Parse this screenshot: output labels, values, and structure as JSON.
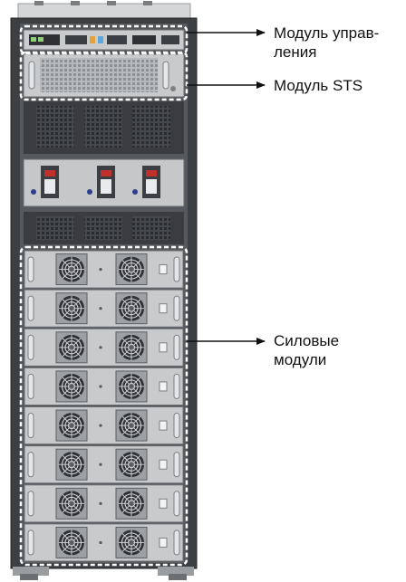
{
  "callouts": {
    "control_module": {
      "line1": "Модуль управ-",
      "line2": "ления"
    },
    "sts_module": {
      "line1": "Модуль STS"
    },
    "power_modules": {
      "line1": "Силовые",
      "line2": "модули"
    }
  },
  "power_module_count": 8,
  "switch_count": 3,
  "colors": {
    "cabinet_frame": "#3d4043",
    "panel_gray": "#c8cacc",
    "dark_panel": "#3a3c3f",
    "switch_red": "#c0312b",
    "indicator_blue": "#2b3f8c",
    "callout_line": "#111111"
  }
}
